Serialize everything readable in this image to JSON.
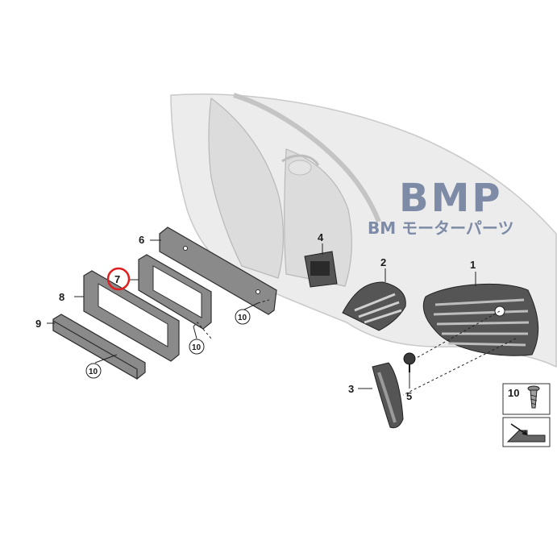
{
  "watermark": {
    "brand": "BMP",
    "subtitle": "BM モーターパーツ",
    "color": "#7e8ba6"
  },
  "callouts": {
    "c1": "1",
    "c2": "2",
    "c3": "3",
    "c4": "4",
    "c5": "5",
    "c6": "6",
    "c7": "7",
    "c8": "8",
    "c9": "9",
    "c10_a": "10",
    "c10_b": "10",
    "c10_c": "10",
    "c10_legend": "10"
  },
  "highlight": {
    "callout": "7",
    "color": "#e02020"
  }
}
